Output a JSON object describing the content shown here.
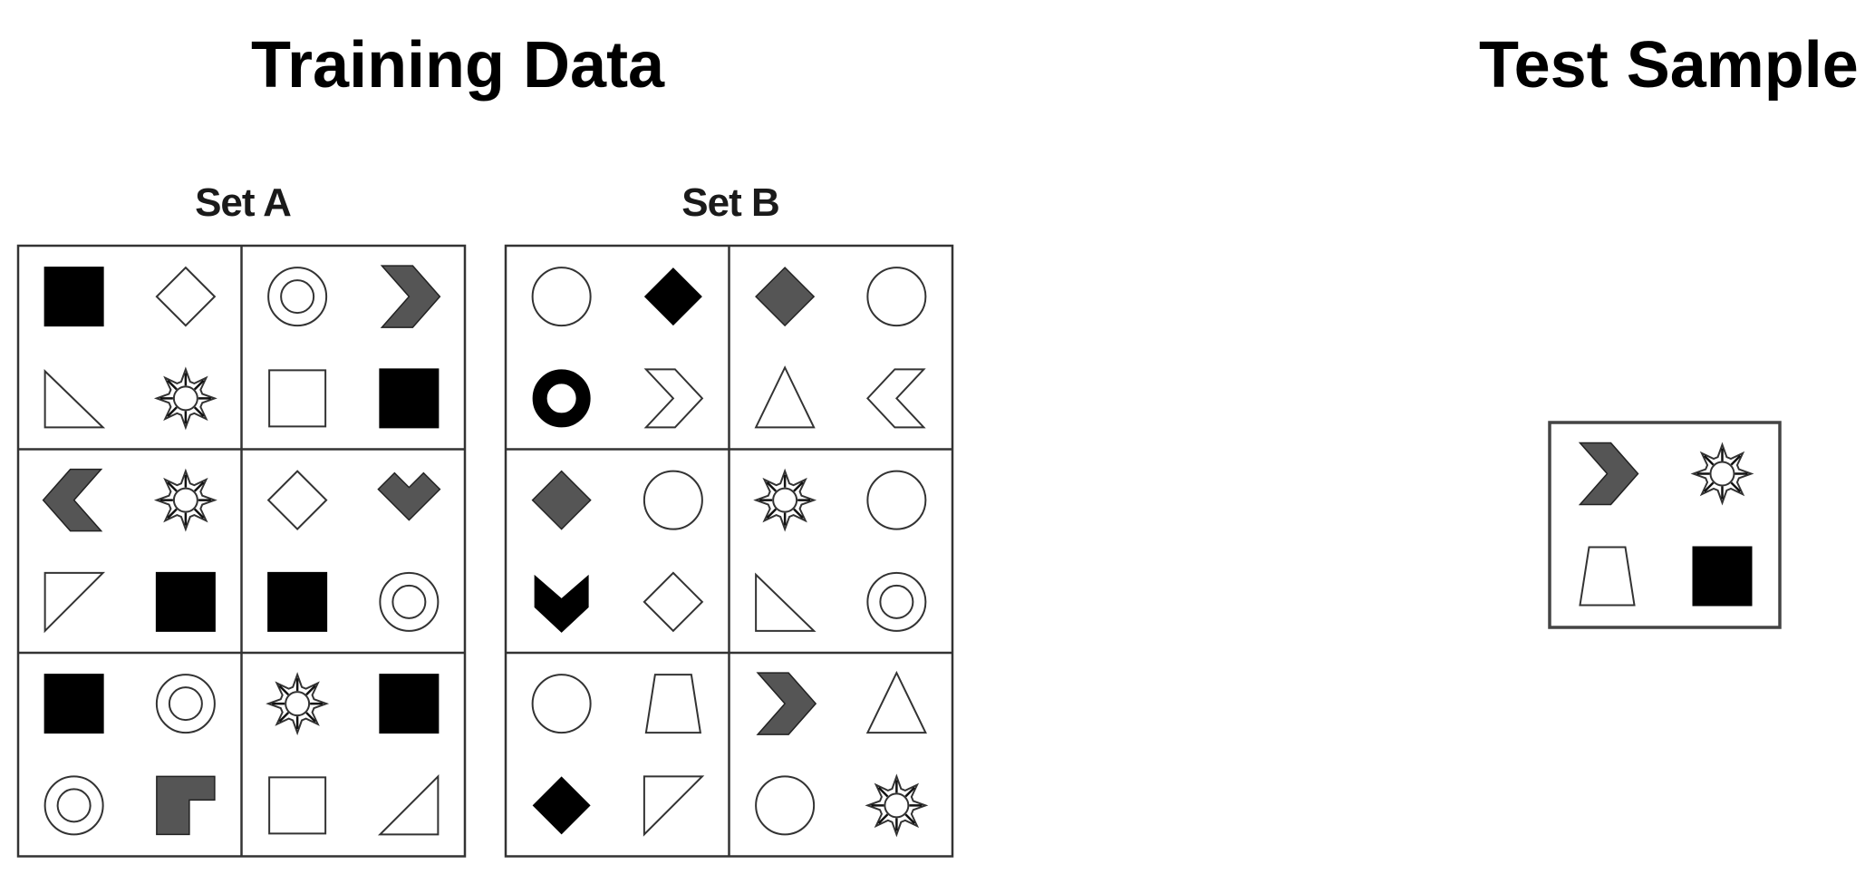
{
  "headings": {
    "training": "Training Data",
    "test": "Test Sample"
  },
  "sets": [
    {
      "label": "Set A",
      "panels": [
        [
          "black-square",
          "outline-diamond",
          "triangle-right",
          "sun"
        ],
        [
          "double-circle",
          "gray-chevron-right",
          "outline-square",
          "black-square"
        ],
        [
          "gray-chevron-left",
          "sun",
          "triangle-slant",
          "black-square"
        ],
        [
          "outline-diamond",
          "gray-chevron-down",
          "black-square",
          "double-circle"
        ],
        [
          "black-square",
          "double-circle",
          "double-circle",
          "gray-l-shape"
        ],
        [
          "sun",
          "black-square",
          "outline-square",
          "triangle-ramp"
        ]
      ]
    },
    {
      "label": "Set B",
      "panels": [
        [
          "outline-circle",
          "black-diamond",
          "thick-ring",
          "outline-chevron-right"
        ],
        [
          "gray-diamond",
          "outline-circle",
          "outline-triangle",
          "outline-chevron-left"
        ],
        [
          "gray-diamond",
          "outline-circle",
          "black-chevron-down",
          "outline-diamond"
        ],
        [
          "sun",
          "outline-circle",
          "triangle-right",
          "double-circle"
        ],
        [
          "outline-circle",
          "trapezoid",
          "black-diamond",
          "triangle-slant"
        ],
        [
          "gray-chevron-right",
          "outline-triangle",
          "outline-circle",
          "sun"
        ]
      ]
    }
  ],
  "test_sample": [
    "gray-chevron-right",
    "sun",
    "trapezoid",
    "black-square"
  ],
  "colors": {
    "black": "#000000",
    "gray": "#555555",
    "outline": "#333333"
  }
}
